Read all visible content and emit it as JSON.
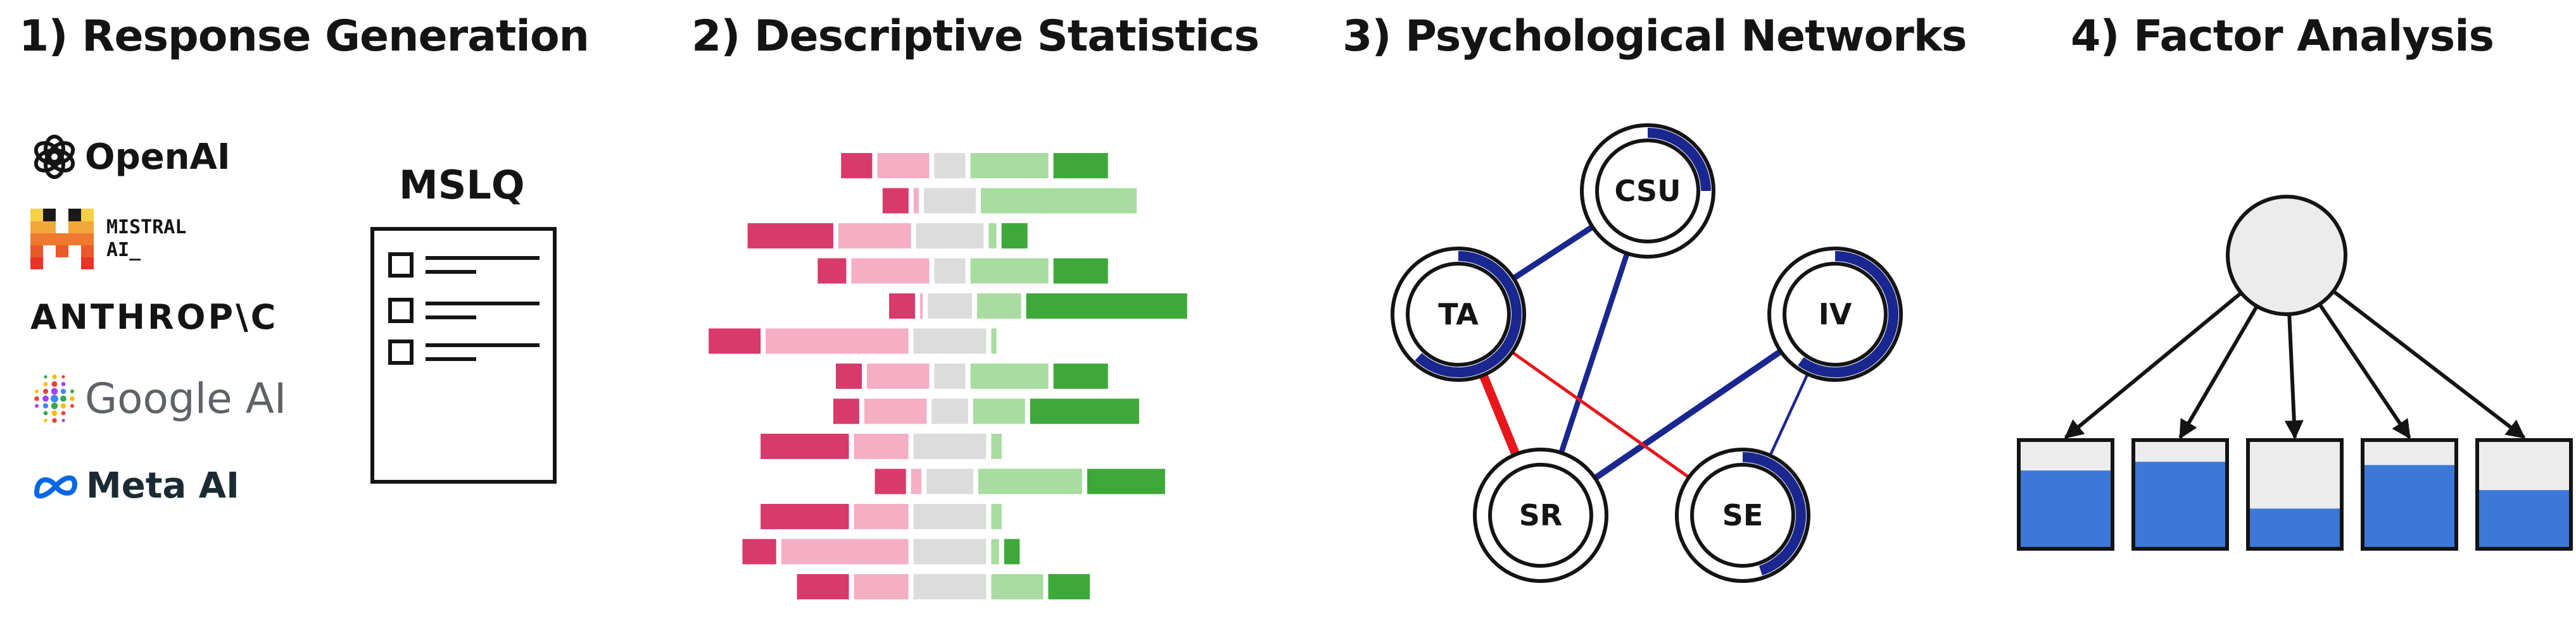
{
  "panels": [
    {
      "title": "1) Response Generation"
    },
    {
      "title": "2) Descriptive Statistics"
    },
    {
      "title": "3) Psychological Networks"
    },
    {
      "title": "4) Factor Analysis"
    }
  ],
  "providers": [
    {
      "name": "OpenAI",
      "icon": "openai-knot-icon"
    },
    {
      "name": "MISTRAL\nAI_",
      "line1": "MISTRAL",
      "line2": "AI_",
      "icon": "mistral-pixel-m-icon"
    },
    {
      "name": "ANTHROP\\C"
    },
    {
      "name": "Google AI",
      "icon": "google-ai-dots-icon"
    },
    {
      "name": "Meta AI",
      "icon": "meta-infinity-icon"
    }
  ],
  "questionnaire": {
    "label": "MSLQ",
    "items": 3
  },
  "colors": {
    "likert": [
      "#d83a6b",
      "#f4afc4",
      "#dcdcdc",
      "#a8dca0",
      "#3fa83a"
    ],
    "edge_positive": "#1a2790",
    "edge_negative": "#e8161b",
    "bar_fill": "#3c78d8",
    "bar_empty": "#ececec",
    "latent_fill": "#ececec"
  },
  "likert_rows": [
    [
      12,
      20,
      12,
      30,
      21
    ],
    [
      10,
      2,
      20,
      60,
      0
    ],
    [
      33,
      28,
      26,
      3,
      10
    ],
    [
      11,
      30,
      12,
      30,
      21
    ],
    [
      10,
      1,
      17,
      17,
      62
    ],
    [
      20,
      55,
      28,
      2,
      0
    ],
    [
      10,
      24,
      12,
      30,
      21
    ],
    [
      10,
      24,
      14,
      20,
      42
    ],
    [
      34,
      21,
      28,
      4,
      0
    ],
    [
      12,
      4,
      18,
      40,
      30
    ],
    [
      34,
      21,
      28,
      4,
      0
    ],
    [
      13,
      49,
      28,
      3,
      6
    ],
    [
      20,
      21,
      28,
      20,
      16
    ]
  ],
  "network": {
    "nodes": [
      {
        "id": "CSU",
        "label": "CSU",
        "fill": 0.25
      },
      {
        "id": "TA",
        "label": "TA",
        "fill": 0.62
      },
      {
        "id": "IV",
        "label": "IV",
        "fill": 0.6
      },
      {
        "id": "SR",
        "label": "SR",
        "fill": 0.0
      },
      {
        "id": "SE",
        "label": "SE",
        "fill": 0.45
      }
    ],
    "edges": [
      {
        "from": "CSU",
        "to": "TA",
        "sign": "positive",
        "weight": 0.6
      },
      {
        "from": "CSU",
        "to": "SR",
        "sign": "positive",
        "weight": 0.55
      },
      {
        "from": "IV",
        "to": "SR",
        "sign": "positive",
        "weight": 0.65
      },
      {
        "from": "TA",
        "to": "SR",
        "sign": "negative",
        "weight": 1.0
      },
      {
        "from": "TA",
        "to": "SE",
        "sign": "negative",
        "weight": 0.25
      },
      {
        "from": "IV",
        "to": "SE",
        "sign": "positive",
        "weight": 0.2
      }
    ]
  },
  "factor_model": {
    "latent_count": 1,
    "indicator_loadings": [
      0.72,
      0.8,
      0.37,
      0.77,
      0.54
    ]
  }
}
